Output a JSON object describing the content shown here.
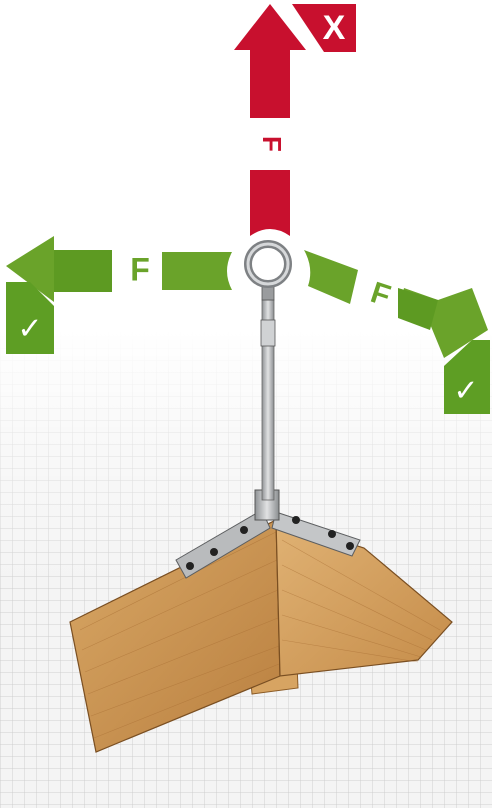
{
  "labels": {
    "force_up": "F",
    "force_left": "F",
    "force_right": "F",
    "forbidden_mark": "X",
    "allowed_mark_left": "✓",
    "allowed_mark_right": "✓"
  },
  "icons": {
    "forbidden": "x-icon",
    "allowed": "check-icon"
  },
  "colors": {
    "forbidden_red": "#c8102e",
    "allowed_green": "#6aa32a",
    "allowed_green_dark": "#4e8a1f",
    "wood": "#c8934e",
    "steel": "#b5b7b9"
  }
}
